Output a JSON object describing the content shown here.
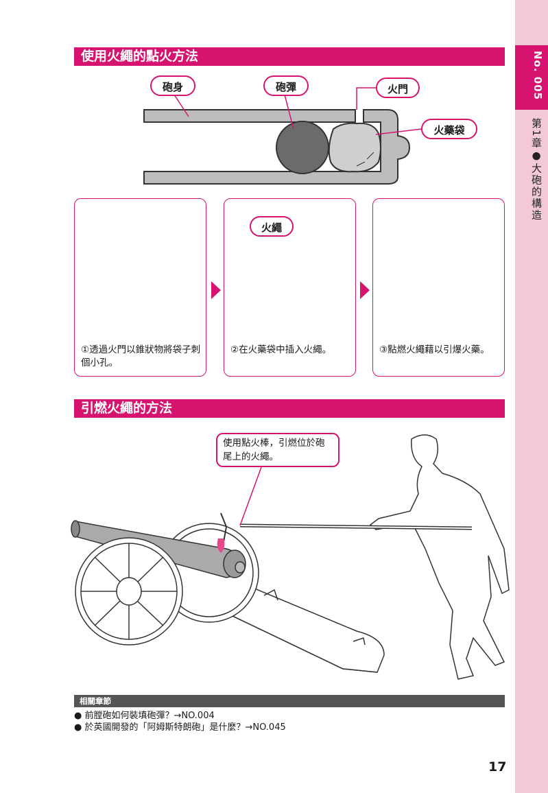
{
  "sidebar": {
    "number": "No. 005",
    "chapter": "第1章●大砲的構造"
  },
  "section1": {
    "heading": "使用火繩的點火方法",
    "labels": {
      "barrel": "砲身",
      "ball": "砲彈",
      "vent": "火門",
      "charge": "火藥袋",
      "match": "火繩"
    },
    "steps": [
      {
        "text": "①透過火門以錐狀物將袋子刺個小孔。"
      },
      {
        "text": "②在火藥袋中插入火繩。"
      },
      {
        "text": "③點燃火繩藉以引爆火藥。"
      }
    ]
  },
  "section2": {
    "heading": "引燃火繩的方法",
    "callout": "使用點火棒，引燃位於砲尾上的火繩。"
  },
  "related": {
    "title": "相關章節",
    "items": [
      "● 前膛砲如何裝填砲彈？→NO.004",
      "● 於英國開發的「阿姆斯特朗砲」是什麼？→NO.045"
    ]
  },
  "page_number": "17",
  "colors": {
    "accent": "#d6136f",
    "sidebar": "#f3c9d8"
  }
}
